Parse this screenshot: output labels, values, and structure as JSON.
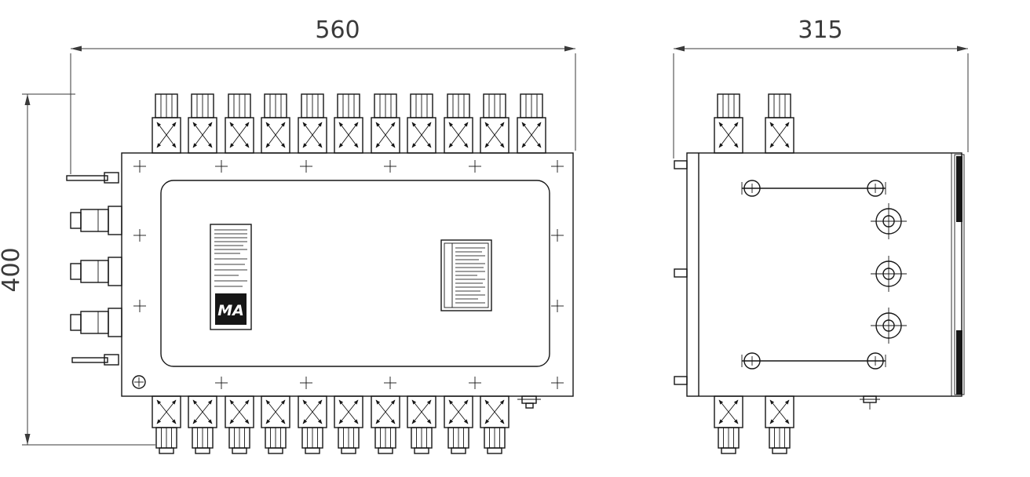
{
  "dimensions": {
    "front_width": "560",
    "front_height": "400",
    "side_width": "315"
  },
  "nameplates": {
    "logo_text": "MA"
  }
}
